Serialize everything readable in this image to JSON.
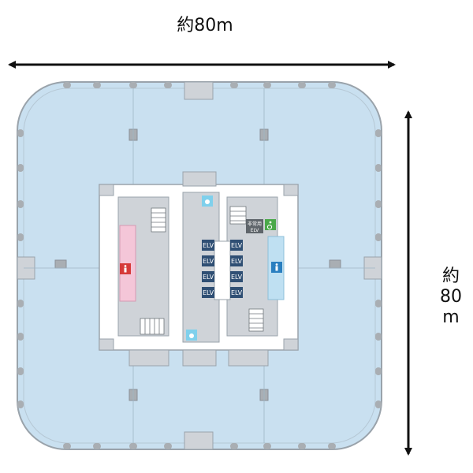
{
  "dimensions": {
    "width_label": "約80m",
    "height_label_lines": [
      "約",
      "80",
      "m"
    ]
  },
  "floor_plan": {
    "elevator_label": "ELV",
    "elevator_count": 8,
    "emergency_elevator_label_lines": [
      "非常用",
      "ELV"
    ],
    "icons": [
      "accessible-toilet-icon",
      "wheelchair-icon",
      "restroom-icon",
      "water-station-icon"
    ],
    "colors": {
      "office_floor": "#c9e0f0",
      "core": "#cfd3d8",
      "corridor": "#ffffff",
      "elevator": "#2f4f74",
      "restroom_pink": "#f4c6d8",
      "restroom_blue": "#bfe0f2",
      "outline": "#9aa3ab"
    }
  }
}
